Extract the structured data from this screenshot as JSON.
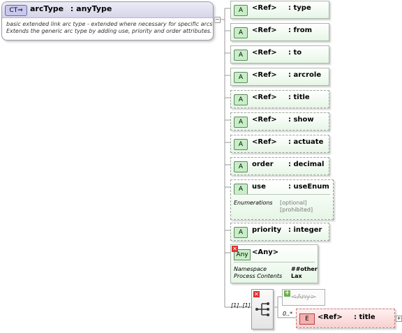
{
  "complex_type": {
    "badge": "CT",
    "name": "arcType",
    "type_sep": ":",
    "type": "anyType",
    "description_line1": "basic extended link arc type - extended where necessary for specific arcs",
    "description_line2": "Extends the generic arc type by adding use, priority and order attributes."
  },
  "attributes": [
    {
      "badge": "A",
      "name": "<Ref>",
      "type": ": type",
      "optional": false
    },
    {
      "badge": "A",
      "name": "<Ref>",
      "type": ": from",
      "optional": false
    },
    {
      "badge": "A",
      "name": "<Ref>",
      "type": ": to",
      "optional": false
    },
    {
      "badge": "A",
      "name": "<Ref>",
      "type": ": arcrole",
      "optional": false
    },
    {
      "badge": "A",
      "name": "<Ref>",
      "type": ": title",
      "optional": true
    },
    {
      "badge": "A",
      "name": "<Ref>",
      "type": ": show",
      "optional": true
    },
    {
      "badge": "A",
      "name": "<Ref>",
      "type": ": actuate",
      "optional": true
    },
    {
      "badge": "A",
      "name": "order",
      "type": ": decimal",
      "optional": true
    },
    {
      "badge": "A",
      "name": "use",
      "type": ": useEnum",
      "optional": true
    },
    {
      "badge": "A",
      "name": "priority",
      "type": ": integer",
      "optional": true
    }
  ],
  "use_enumerations": {
    "label": "Enumerations",
    "values": [
      "[optional]",
      "[prohibited]"
    ]
  },
  "any_attribute": {
    "badge": "Any",
    "title": "<Any>",
    "namespace_label": "Namespace",
    "namespace_value": "##other",
    "process_label": "Process Contents",
    "process_value": "Lax"
  },
  "sequence": {
    "occurrence": "[1]..[1]",
    "any_element": "<Any>",
    "ref_occurrence": "0..*",
    "ref_badge": "E",
    "ref_name": "<Ref>",
    "ref_type": ": title"
  },
  "colors": {
    "attribute_fill": "#e6f6e6",
    "element_fill": "#f8d0d0",
    "complex_type_header": "#d6d6ea"
  }
}
